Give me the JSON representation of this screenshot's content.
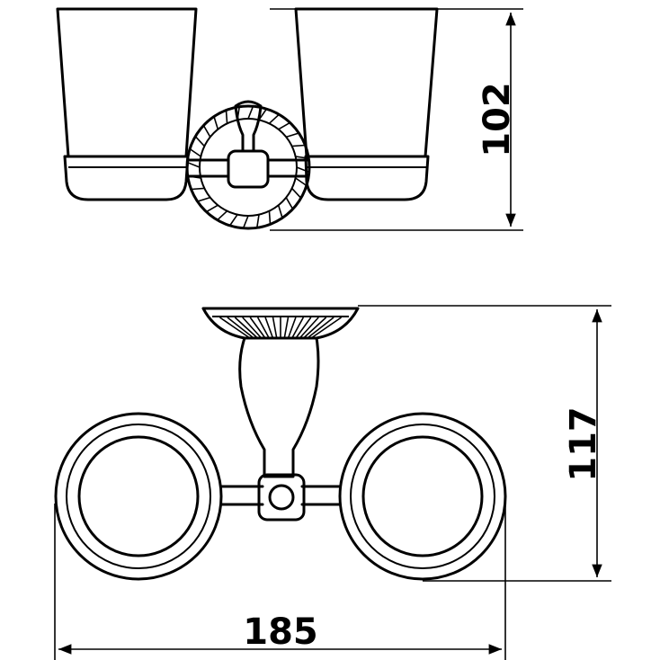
{
  "dimensions": {
    "height_top_view": "102",
    "height_front_view": "117",
    "width": "185"
  }
}
